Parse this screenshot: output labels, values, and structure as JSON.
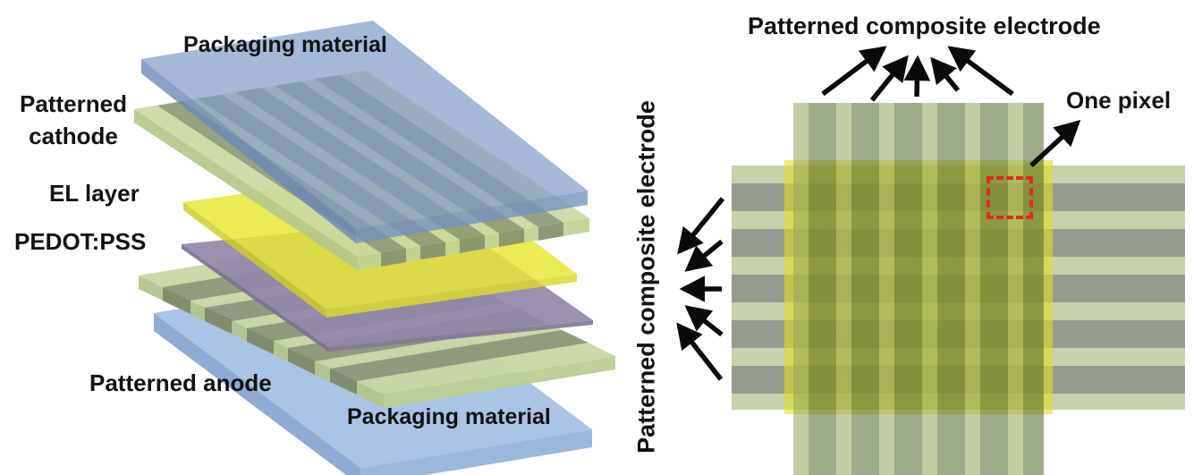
{
  "figure": {
    "type": "device-schematic",
    "description_left": "exploded layer stack of EL device",
    "description_right": "top view of crossed patterned electrodes forming pixel matrix"
  },
  "left_panel": {
    "layers": [
      {
        "id": "packaging-top",
        "label": "Packaging material",
        "color": "#a1b7d7"
      },
      {
        "id": "patterned-cathode",
        "label": "Patterned cathode",
        "color": "#cbd8a2"
      },
      {
        "id": "el-layer",
        "label": "EL layer",
        "color": "#e7e738"
      },
      {
        "id": "pedot-pss",
        "label": "PEDOT:PSS",
        "color": "#9187a8"
      },
      {
        "id": "patterned-anode",
        "label": "Patterned anode",
        "color": "#c9d6a3"
      },
      {
        "id": "packaging-bottom",
        "label": "Packaging material",
        "color": "#a9c4e4"
      }
    ]
  },
  "right_panel": {
    "top_label": "Patterned composite electrode",
    "side_label": "Patterned composite electrode",
    "pixel_label": "One pixel",
    "colors": {
      "row_light": "#c6d2ab",
      "row_gray": "#949c90",
      "column_light": "#c2cda4",
      "column_dark": "#9dab8a",
      "el_yellow": "#e4dc28",
      "pixel_box_red": "#e8261d",
      "arrow_black": "#0a0a0a"
    }
  }
}
